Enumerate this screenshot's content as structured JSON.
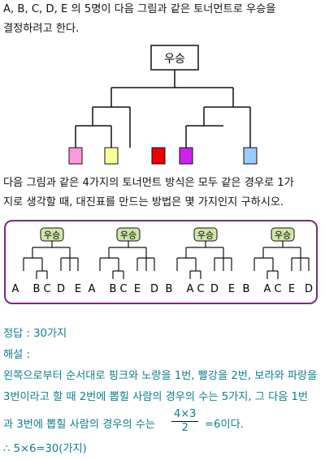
{
  "problem": {
    "line1": "A, B, C, D, E 의 5명이 다음 그림과 같은 토너먼트로 우승을",
    "line2": "결정하려고 한다.",
    "line3": "다음 그림과 같은 4가지의 토너먼트 방식은 모두 같은 경우로 1가",
    "line4": "지로 생각할 때, 대진표를 만드는 방법은 몇 가지인지 구하시오."
  },
  "top_bracket": {
    "winner_label": "우승",
    "slot_colors": [
      "#ff99dd",
      "#ffff99",
      "#ee0000",
      "#cc22ee",
      "#99ccff"
    ]
  },
  "brackets": [
    {
      "winner_label": "우승",
      "players": [
        "A",
        "B",
        "C",
        "D",
        "E"
      ]
    },
    {
      "winner_label": "우승",
      "players": [
        "A",
        "B",
        "C",
        "E",
        "D"
      ]
    },
    {
      "winner_label": "우승",
      "players": [
        "B",
        "A",
        "C",
        "D",
        "E"
      ]
    },
    {
      "winner_label": "우승",
      "players": [
        "B",
        "A",
        "C",
        "E",
        "D"
      ]
    }
  ],
  "colors": {
    "frame_border": "#7a2a8a",
    "winner_box_fill": "#cfe6a8",
    "answer_text": "#0d7f8c"
  },
  "answer": {
    "answer_line": "정답 : 30가지",
    "explain_label": "해설 :",
    "explain1": "왼쪽으로부터 순서대로 핑크와 노랑을 1번, 빨강을 2번, 보라와 파랑을",
    "explain2": "3번이라고 할 때 2번에 뽑힐 사람의 경우의 수는 5가지, 그 다음 1번",
    "explain3_pre": "과 3번에 뽑힐 사람의 경우의 수는",
    "frac_num": "4×3",
    "frac_den": "2",
    "explain3_post": "=6이다.",
    "final_line": "∴ 5×6=30(가지)"
  }
}
